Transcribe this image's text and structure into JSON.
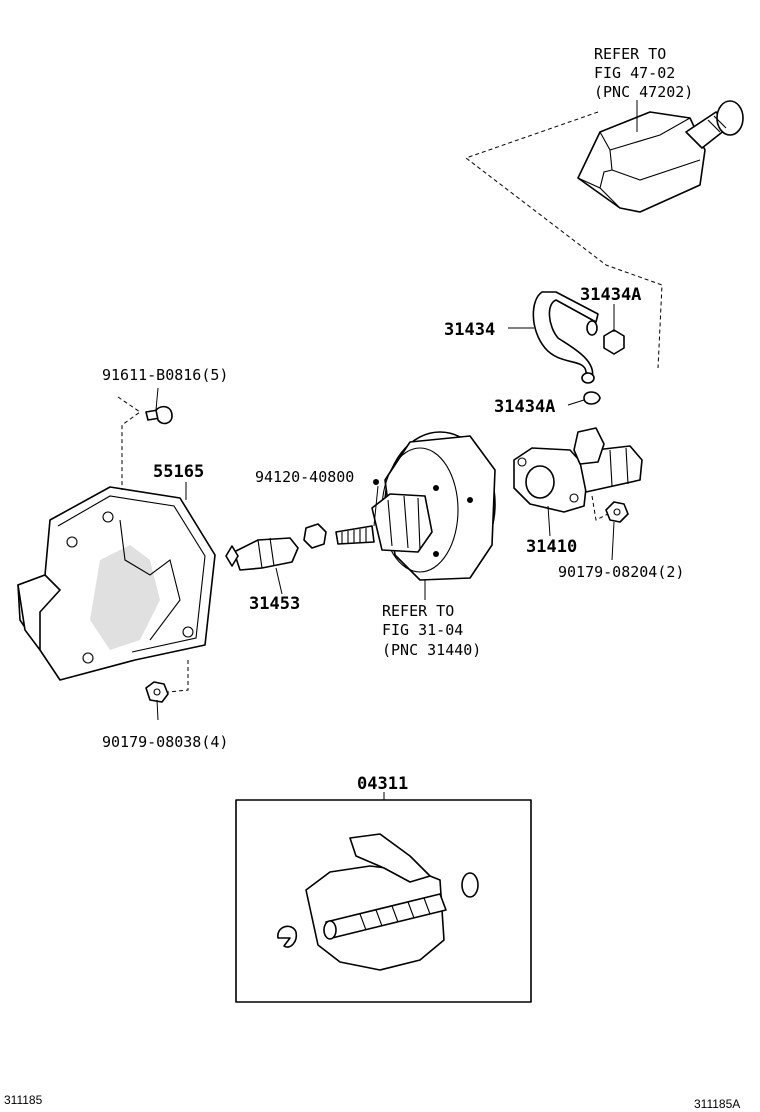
{
  "labels": {
    "reservoir_ref": [
      "REFER TO",
      "FIG 47-02",
      "(PNC 47202)"
    ],
    "booster_ref": [
      "REFER TO",
      "FIG 31-04",
      "(PNC 31440)"
    ],
    "p31434A_top": "31434A",
    "p31434": "31434",
    "p31434A_clamp": "31434A",
    "p91611": "91611-B0816(5)",
    "p55165": "55165",
    "p94120": "94120-40800",
    "p31410": "31410",
    "p90179_08204": "90179-08204(2)",
    "p31453": "31453",
    "p90179_08038": "90179-08038(4)",
    "p04311": "04311"
  },
  "footer": {
    "left": "311185",
    "right": "311185A"
  }
}
